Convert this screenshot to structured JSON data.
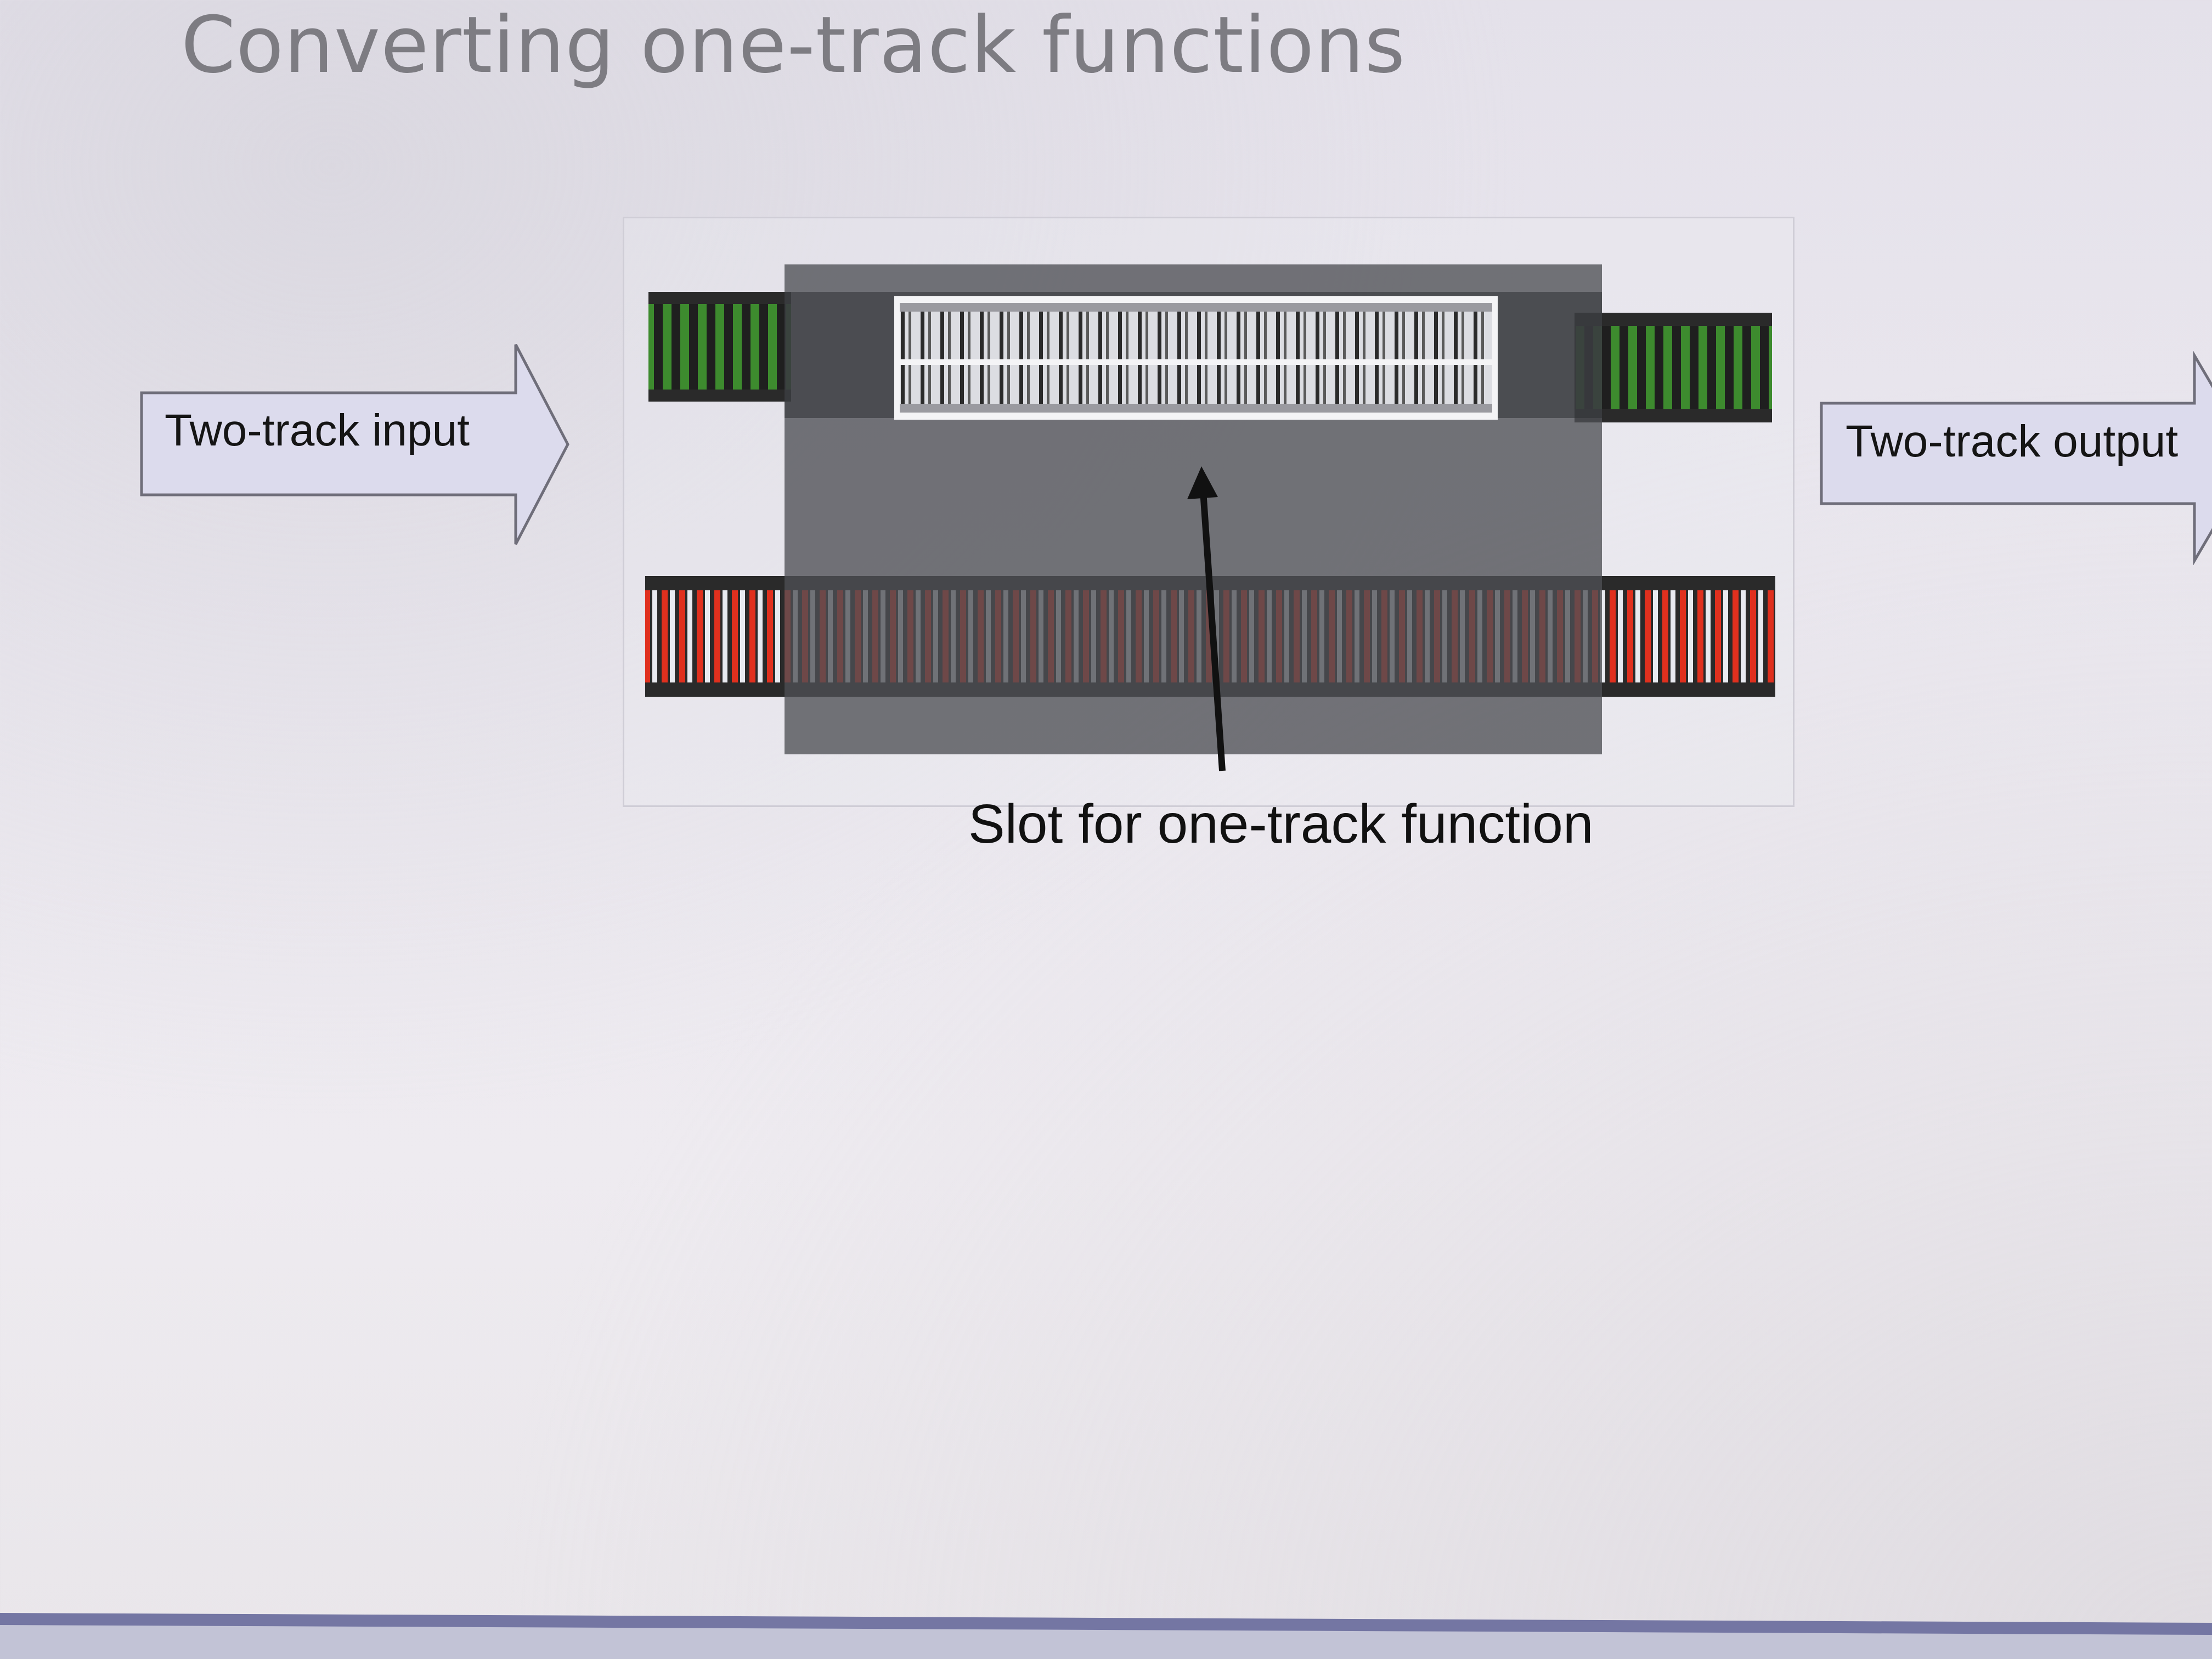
{
  "slide": {
    "title": "Converting one-track functions",
    "input_label": "Two-track input",
    "output_label": "Two-track output",
    "slot_caption": "Slot for one-track function"
  },
  "colors": {
    "title_text": "#7d7c82",
    "arrow_fill": "#dcdbed",
    "arrow_stroke": "#6f6e7a",
    "slot_box": "#4e4f55",
    "green_track": "#3d8b2e",
    "red_track": "#e0301e",
    "rail": "#2a2a2a",
    "bottom_bar": "#7476a3"
  },
  "icons": {
    "input": "right-arrow-shape",
    "output": "right-arrow-shape",
    "pointer": "up-arrow-icon"
  }
}
